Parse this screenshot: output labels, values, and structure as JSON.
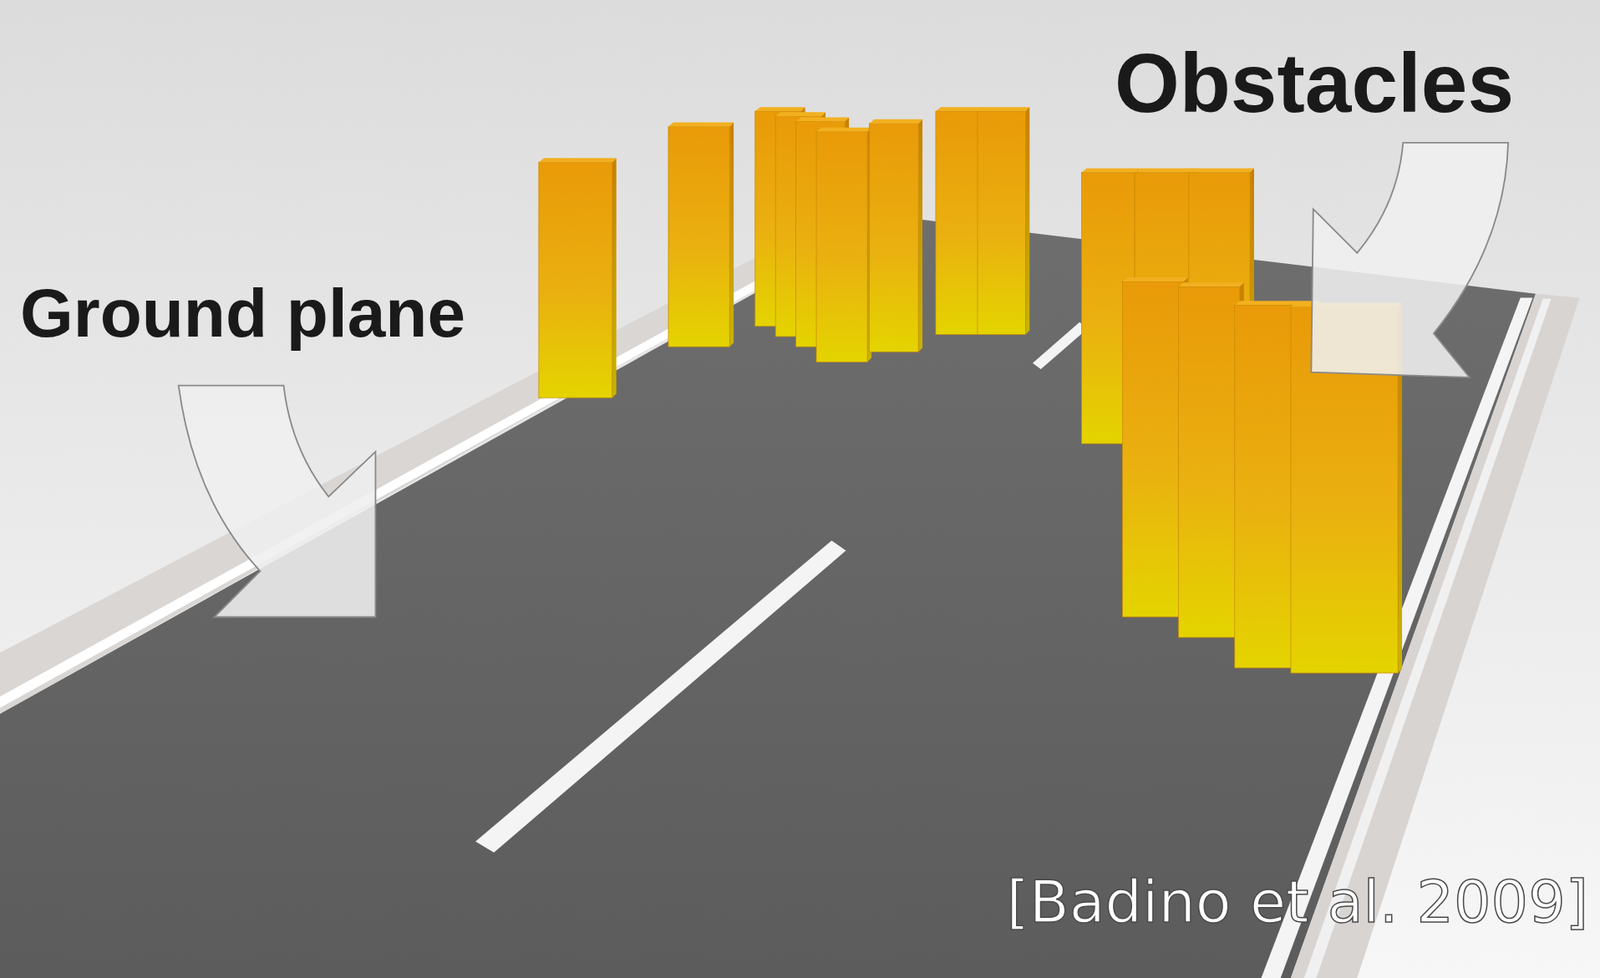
{
  "diagram": {
    "labels": [
      "Ground plane",
      "Obstacles",
      "[Badino et al. 2009]"
    ]
  }
}
